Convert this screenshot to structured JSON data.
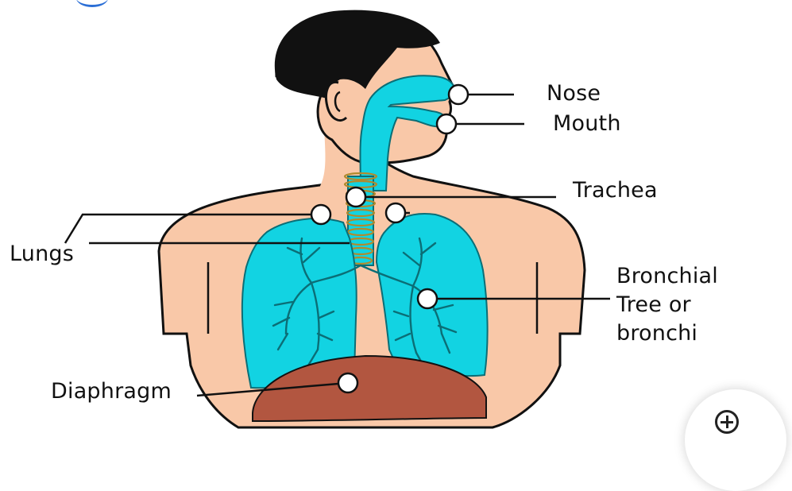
{
  "labels": {
    "nose": "Nose",
    "mouth": "Mouth",
    "trachea": "Trachea",
    "lungs": "Lungs",
    "bronchi_line1": "Bronchial",
    "bronchi_line2": "Tree or",
    "bronchi_line3": "bronchi",
    "diaphragm": "Diaphragm"
  },
  "icons": {
    "zoom": "zoom-in-icon"
  },
  "colors": {
    "skin": "#F9C8A8",
    "hair": "#111111",
    "airway": "#12D3E2",
    "airway_outline": "#0B6E76",
    "trachea_rings": "#B08A2E",
    "diaphragm": "#B25640",
    "leader_line": "#111111",
    "marker_fill": "#FFFFFF"
  }
}
